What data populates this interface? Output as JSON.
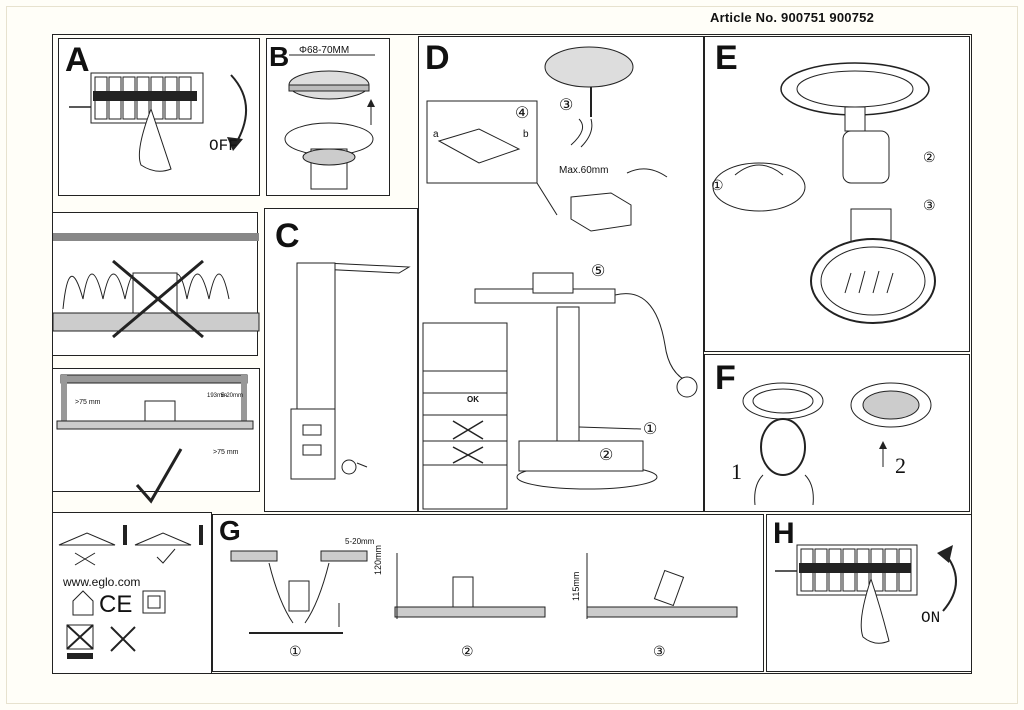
{
  "header": {
    "article_label": "Article No.",
    "article_numbers": "900751  900752"
  },
  "panels": {
    "A": {
      "label": "A",
      "off_text": "OFF"
    },
    "B": {
      "label": "B",
      "diameter": "Φ68-70MM"
    },
    "C": {
      "label": "C"
    },
    "D": {
      "label": "D",
      "max_length": "Max.60mm",
      "steps": [
        "①",
        "②",
        "③",
        "④",
        "⑤"
      ],
      "terminal_a": "a",
      "terminal_b": "b",
      "ok_text": "OK"
    },
    "E": {
      "label": "E",
      "steps": [
        "①",
        "②",
        "③"
      ]
    },
    "F": {
      "label": "F",
      "steps": [
        "1",
        "2"
      ]
    },
    "G": {
      "label": "G",
      "gap": "5-20mm",
      "height1": "120mm",
      "height2": "115mm",
      "steps": [
        "①",
        "②",
        "③"
      ]
    },
    "H": {
      "label": "H",
      "on_text": "ON"
    },
    "clearance": {
      "side_left": ">75 mm",
      "side_right": ">75 mm",
      "height": "193mm",
      "gap": "5-20mm"
    },
    "footer": {
      "website": "www.eglo.com",
      "ce": "CE"
    }
  }
}
